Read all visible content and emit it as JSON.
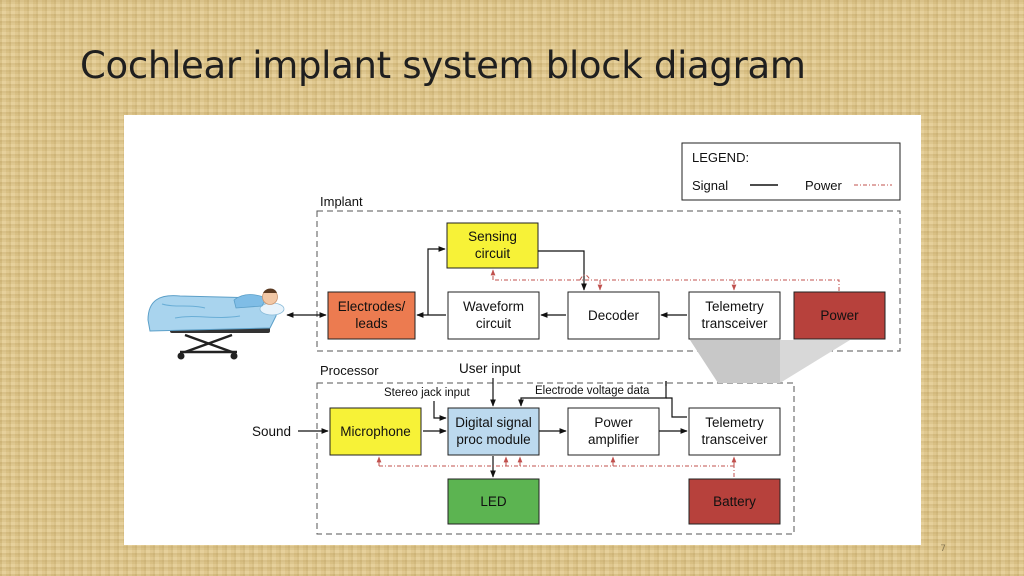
{
  "slide": {
    "title": "Cochlear implant system block diagram",
    "page_number": "7"
  },
  "diagram": {
    "legend": {
      "title": "LEGEND:",
      "signal_label": "Signal",
      "power_label": "Power"
    },
    "implant": {
      "label": "Implant",
      "blocks": {
        "electrodes_line1": "Electrodes/",
        "electrodes_line2": "leads",
        "sensing_line1": "Sensing",
        "sensing_line2": "circuit",
        "waveform_line1": "Waveform",
        "waveform_line2": "circuit",
        "decoder": "Decoder",
        "telemetry_line1": "Telemetry",
        "telemetry_line2": "transceiver",
        "power": "Power"
      }
    },
    "processor": {
      "label": "Processor",
      "blocks": {
        "microphone": "Microphone",
        "dsp_line1": "Digital signal",
        "dsp_line2": "proc module",
        "amplifier_line1": "Power",
        "amplifier_line2": "amplifier",
        "telemetry_line1": "Telemetry",
        "telemetry_line2": "transceiver",
        "led": "LED",
        "battery": "Battery"
      }
    },
    "inputs": {
      "sound": "Sound",
      "user_input": "User input",
      "stereo_jack": "Stereo jack input",
      "electrode_voltage": "Electrode voltage data"
    },
    "colors": {
      "sensing": "#f7f237",
      "electrodes": "#ec7b50",
      "power_block": "#b7413c",
      "microphone": "#f7f237",
      "dsp": "#bcd9ee",
      "led": "#5cb451",
      "battery": "#b7413c",
      "power_line": "#c0504d",
      "link": "#c8c8c8"
    }
  }
}
